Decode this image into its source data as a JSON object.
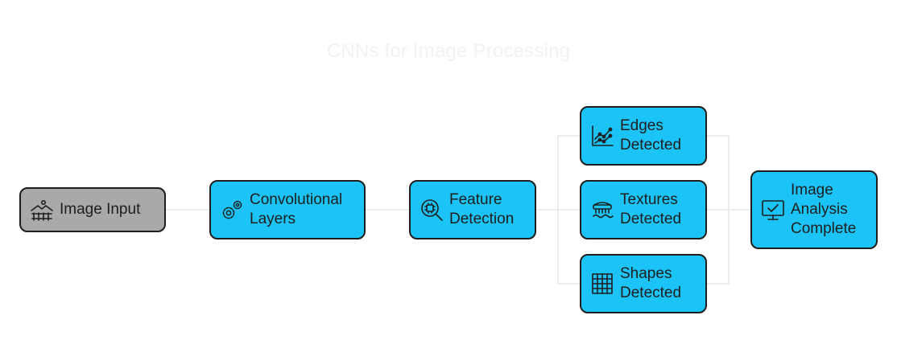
{
  "title": "CNNs for Image Processing",
  "nodes": {
    "input": {
      "label": "Image Input",
      "icon": "landscape-image-icon"
    },
    "conv": {
      "label": "Convolutional\nLayers",
      "icon": "gears-icon"
    },
    "feature": {
      "label": "Feature\nDetection",
      "icon": "chip-magnifier-icon"
    },
    "edges": {
      "label": "Edges\nDetected",
      "icon": "line-chart-icon"
    },
    "textures": {
      "label": "Textures\nDetected",
      "icon": "brush-texture-icon"
    },
    "shapes": {
      "label": "Shapes\nDetected",
      "icon": "grid-icon"
    },
    "analysis": {
      "label": "Image\nAnalysis\nComplete",
      "icon": "monitor-check-icon"
    }
  },
  "colors": {
    "node": "#1bc3f7",
    "input": "#a9a9a9",
    "border": "#1e1e1e",
    "connector": "#e6e6e6"
  }
}
